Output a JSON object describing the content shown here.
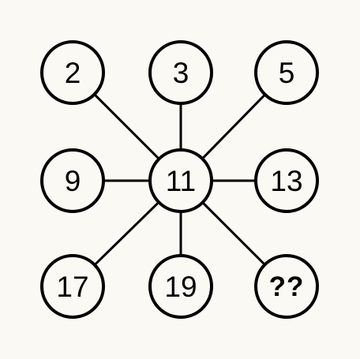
{
  "diagram": {
    "center": {
      "id": "center",
      "label": "11"
    },
    "outer_nodes": [
      {
        "id": "top-left",
        "label": "2"
      },
      {
        "id": "top-center",
        "label": "3"
      },
      {
        "id": "top-right",
        "label": "5"
      },
      {
        "id": "middle-left",
        "label": "9"
      },
      {
        "id": "middle-right",
        "label": "13"
      },
      {
        "id": "bottom-left",
        "label": "17"
      },
      {
        "id": "bottom-center",
        "label": "19"
      },
      {
        "id": "bottom-right",
        "label": "??"
      }
    ],
    "edges": [
      [
        "center",
        "top-left"
      ],
      [
        "center",
        "top-center"
      ],
      [
        "center",
        "top-right"
      ],
      [
        "center",
        "middle-left"
      ],
      [
        "center",
        "middle-right"
      ],
      [
        "center",
        "bottom-left"
      ],
      [
        "center",
        "bottom-center"
      ],
      [
        "center",
        "bottom-right"
      ]
    ],
    "colors": {
      "background": "#fbf9f3",
      "stroke": "#000000",
      "text": "#000000"
    }
  }
}
